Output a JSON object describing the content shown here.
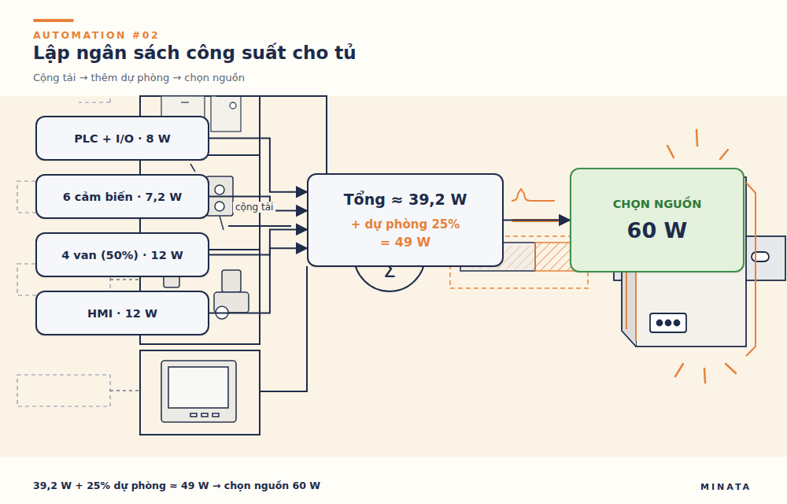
{
  "diagram": {
    "title": "Lập ngân sách công suất cho tủ",
    "caption": "39,2 W + 25% dự phòng ≈ 49 W → chọn nguồn 60 W",
    "nodes": [
      {
        "text": [
          "PLC + I/O · 8 W"
        ]
      },
      {
        "text": [
          "6 cảm biến · 7,2 W"
        ]
      },
      {
        "text": [
          "4 van (50%) · 12 W"
        ]
      },
      {
        "text": [
          "HMI · 12 W"
        ]
      },
      {
        "text": [
          "Tổng ≈ 39,2 W",
          "+ dự phòng 25%",
          "= 49 W"
        ]
      },
      {
        "text": [
          "CHỌN NGUỒN",
          "60 W"
        ]
      }
    ],
    "edges": [
      {
        "from": 0,
        "to": 4,
        "arrow": "to"
      },
      {
        "from": 1,
        "to": 4,
        "label": "cộng tải",
        "arrow": "to"
      },
      {
        "from": 2,
        "to": 4,
        "arrow": "to"
      },
      {
        "from": 3,
        "to": 4,
        "arrow": "to"
      },
      {
        "from": 4,
        "to": 5,
        "arrow": "to"
      }
    ],
    "labels": [
      "AUTOMATION #02",
      "Cộng tải → thêm dự phòng → chọn nguồn",
      "MINATA"
    ]
  }
}
